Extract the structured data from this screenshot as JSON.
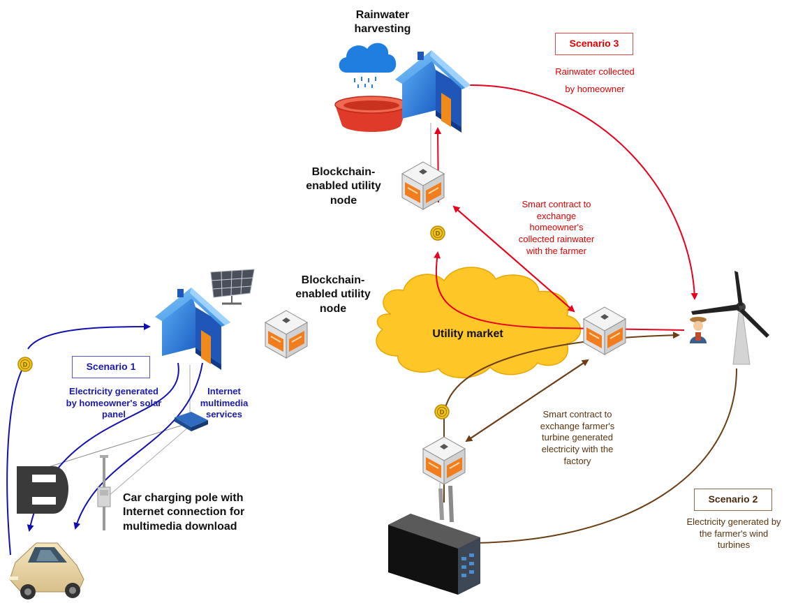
{
  "labels": {
    "rainwater_title": "Rainwater\nharvesting",
    "node_label_top": "Blockchain-\nenabled utility\nnode",
    "node_label_mid": "Blockchain-\nenabled utility\nnode",
    "utility_market": "Utility market",
    "car_pole": "Car charging pole with\nInternet connection for\nmultimedia download",
    "internet_services": "Internet\nmultimedia\nservices"
  },
  "scenarios": {
    "s1": {
      "title": "Scenario 1",
      "desc": "Electricity generated\nby homeowner's solar\npanel"
    },
    "s2": {
      "title": "Scenario 2",
      "desc": "Electricity generated by\nthe farmer's wind\nturbines"
    },
    "s3": {
      "title": "Scenario 3",
      "desc": "Rainwater collected\nby homeowner"
    }
  },
  "contracts": {
    "water": "Smart contract to\nexchange\nhomeowner's\ncollected rainwater\nwith the farmer",
    "electricity": "Smart contract to\nexchange farmer's\nturbine generated\nelectricity with the\nfactory"
  },
  "colors": {
    "scenario1": "#1010b0",
    "scenario2": "#6b3d12",
    "scenario3": "#e8001c",
    "cloud": "#ffc628",
    "house_wall": "#3a8fe0",
    "house_roof": "#5aa7f0",
    "door": "#f08a1a",
    "node_orange": "#f07e1f",
    "coin": "#f0c419"
  },
  "icons": [
    "rain-cloud-icon",
    "water-basin-icon",
    "house-icon",
    "solar-panel-icon",
    "blockchain-node-icon",
    "coin-icon",
    "router-icon",
    "charging-plug-icon",
    "charging-pole-icon",
    "car-icon",
    "wind-turbine-icon",
    "farmer-icon",
    "factory-icon"
  ]
}
